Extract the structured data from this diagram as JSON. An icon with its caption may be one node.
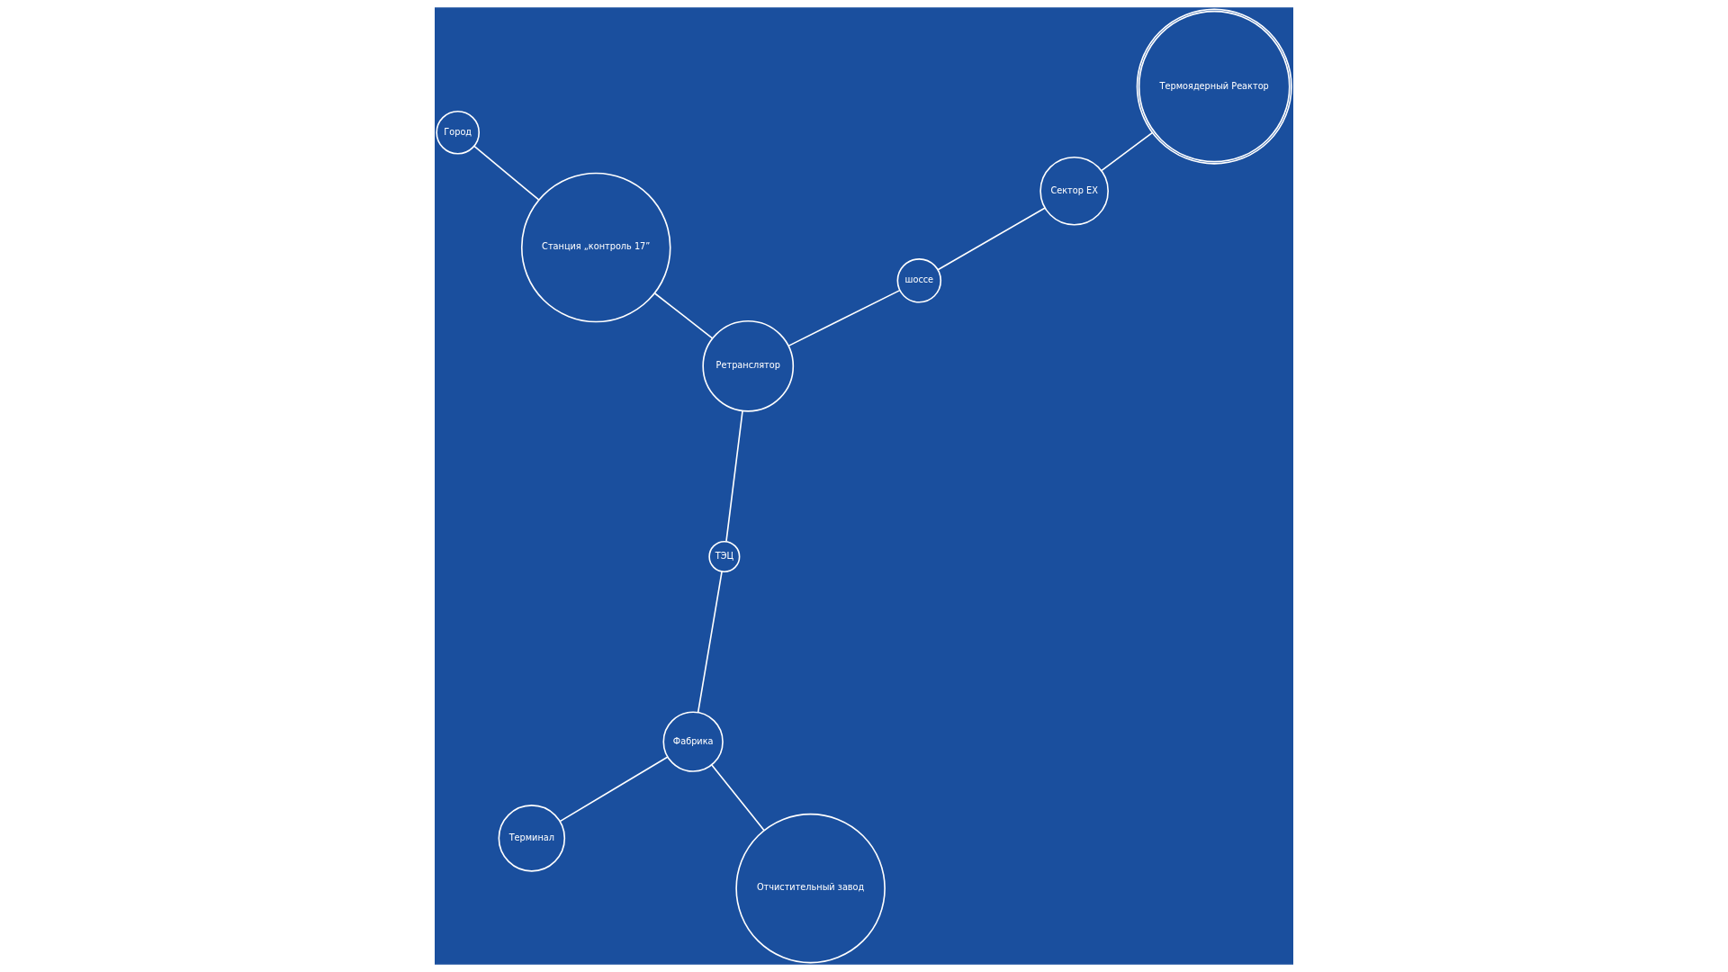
{
  "diagram": {
    "nodes": [
      {
        "text": [
          "Город"
        ]
      },
      {
        "text": [
          "Станция „контроль 17”"
        ]
      },
      {
        "text": [
          "Ретранслятор"
        ]
      },
      {
        "text": [
          "Термоядерный Реактор"
        ]
      },
      {
        "text": [
          "шоссе"
        ]
      },
      {
        "text": [
          "ТЭЦ"
        ]
      },
      {
        "text": [
          "Фабрика"
        ]
      },
      {
        "text": [
          "Сектор EX"
        ]
      },
      {
        "text": [
          "Терминал"
        ]
      },
      {
        "text": [
          "Отчистительный завод"
        ]
      }
    ],
    "edges": [
      {
        "from": 0,
        "to": 1,
        "arrow": "none"
      },
      {
        "from": 1,
        "to": 2,
        "arrow": "none"
      },
      {
        "from": 2,
        "to": 4,
        "arrow": "none"
      },
      {
        "from": 4,
        "to": 7,
        "arrow": "none"
      },
      {
        "from": 3,
        "to": 7,
        "arrow": "none"
      },
      {
        "from": 2,
        "to": 5,
        "arrow": "none"
      },
      {
        "from": 5,
        "to": 6,
        "arrow": "none"
      },
      {
        "from": 6,
        "to": 8,
        "arrow": "none"
      },
      {
        "from": 6,
        "to": 9,
        "arrow": "none"
      }
    ]
  }
}
